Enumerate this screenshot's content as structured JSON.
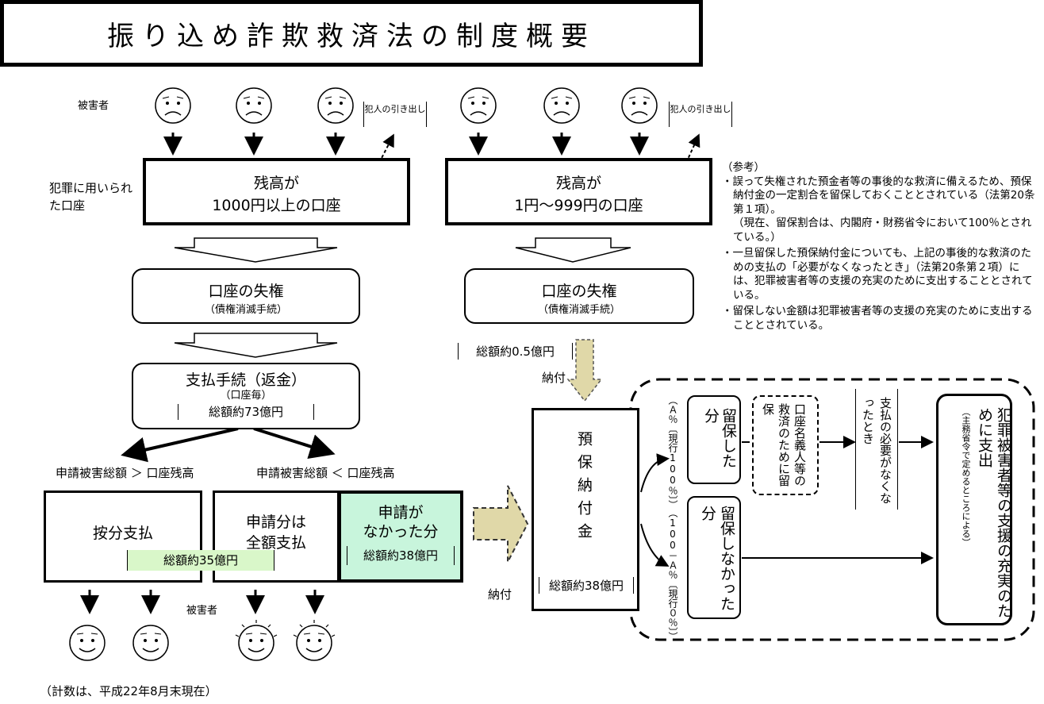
{
  "title": "振り込め詐欺救済法の制度概要",
  "labels": {
    "victim_top": "被害者",
    "victim_bottom": "被害者",
    "criminal_account": "犯罪に用いられた口座",
    "criminal_withdrawal": "犯人の引き出し",
    "footnote": "（計数は、平成22年8月末現在）"
  },
  "left": {
    "account_line1": "残高が",
    "account_line2": "1000円以上の口座",
    "forfeit_title": "口座の失権",
    "forfeit_sub": "（債権消滅手続）",
    "payment_title": "支払手続（返金）",
    "payment_sub": "（口座毎）",
    "payment_total": "総額約73億円",
    "branch_left": "申請被害総額 ＞ 口座残高",
    "branch_right": "申請被害総額 ＜ 口座残高",
    "prorata": "按分支払",
    "prorata_total": "総額約35億円",
    "full_line1": "申請分は",
    "full_line2": "全額支払",
    "none_line1": "申請が",
    "none_line2": "なかった分",
    "none_total": "総額約38億円"
  },
  "right": {
    "account_line1": "残高が",
    "account_line2": "1円～999円の口座",
    "forfeit_title": "口座の失権",
    "forfeit_sub": "（債権消滅手続）",
    "total": "総額約0.5億円",
    "pay_in_top": "納付",
    "pay_in_bottom": "納付"
  },
  "deposit": {
    "title": "預保納付金",
    "total": "総額約38億円"
  },
  "ratio": {
    "upper": "（Ａ％〔現行100％〕）",
    "lower": "（100－Ａ％〔現行０％〕）"
  },
  "retained": "留保した分",
  "not_retained": "留保しなかった分",
  "relief": "口座名義人等の救済のために留保",
  "no_need": "支払の必要がなくなったとき",
  "support": "犯罪被害者等の支援の充実のために支出",
  "support_sub": "（主務省令で定めるところによる）",
  "notes": {
    "header": "（参考）",
    "p1": "・誤って失権された預金者等の事後的な救済に備えるため、預保納付金の一定割合を留保しておくこととされている（法第20条第１項）。",
    "p1b": "（現在、留保割合は、内閣府・財務省令において100％とされている。）",
    "p2": "・一旦留保した預保納付金についても、上記の事後的な救済のための支払の「必要がなくなったとき」（法第20条第２項）には、犯罪被害者等の支援の充実のために支出することとされている。",
    "p3": "・留保しない金額は犯罪被害者等の支援の充実のために支出することとされている。"
  },
  "colors": {
    "green_box": "#c8f5dc",
    "pale_green": "#d9f7c9",
    "khaki": "#e0d8a8"
  }
}
